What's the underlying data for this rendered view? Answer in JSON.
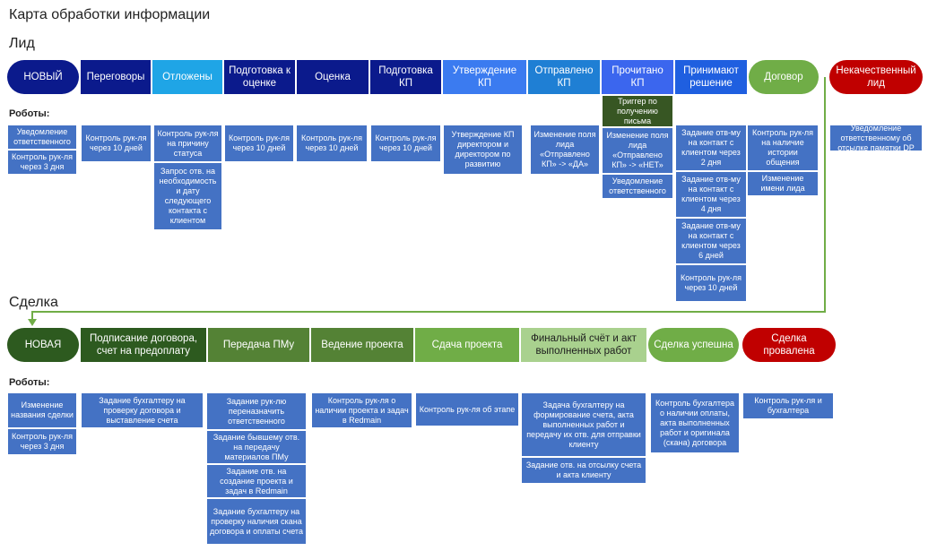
{
  "title": "Карта обработки информации",
  "lead": {
    "heading": "Лид",
    "robots_label": "Роботы:",
    "stages": [
      {
        "label": "НОВЫЙ",
        "color": "#0b1a8c"
      },
      {
        "label": "Переговоры",
        "color": "#0b1a8c"
      },
      {
        "label": "Отложены",
        "color": "#1fa5e6"
      },
      {
        "label": "Подготовка к оценке",
        "color": "#0b1a8c"
      },
      {
        "label": "Оценка",
        "color": "#0b1a8c"
      },
      {
        "label": "Подготовка КП",
        "color": "#0b1a8c"
      },
      {
        "label": "Утверждение КП",
        "color": "#3b7bf0"
      },
      {
        "label": "Отправлено КП",
        "color": "#1f7fd4"
      },
      {
        "label": "Прочитано КП",
        "color": "#3b66ee"
      },
      {
        "label": "Принимают решение",
        "color": "#1f5fe0"
      },
      {
        "label": "Договор",
        "color": "#70ad47"
      },
      {
        "label": "Некачественный лид",
        "color": "#c00000"
      }
    ],
    "robots": [
      [
        "Уведомление ответственного",
        "Контроль рук-ля через 3 дня"
      ],
      [
        "Контроль рук-ля через 10 дней"
      ],
      [
        "Контроль рук-ля на причину статуса",
        "Запрос отв. на необходимость и дату следующего контакта с клиентом"
      ],
      [
        "Контроль рук-ля через 10 дней"
      ],
      [
        "Контроль рук-ля через 10 дней"
      ],
      [
        "Контроль рук-ля через 10 дней"
      ],
      [
        "Утверждение КП директором и директором по развитию"
      ],
      [
        "Изменение поля лида «Отправлено КП» -> «ДА»"
      ],
      [
        "Триггер по получению письма",
        "Изменение поля лида «Отправлено КП» -> «НЕТ»",
        "Уведомление ответственного"
      ],
      [
        "Задание отв-му на контакт с клиентом через 2 дня",
        "Задание отв-му на контакт с клиентом через 4 дня",
        "Задание отв-му на контакт с клиентом через 6 дней",
        "Контроль рук-ля через 10 дней"
      ],
      [
        "Контроль рук-ля на наличие истории общения",
        "Изменение имени лида"
      ],
      [
        "Уведомление ответственному об отсылке памятки DP"
      ]
    ]
  },
  "deal": {
    "heading": "Сделка",
    "robots_label": "Роботы:",
    "stages": [
      {
        "label": "НОВАЯ",
        "color": "#2d5a1f"
      },
      {
        "label": "Подписание договора, счет на предоплату",
        "color": "#2d5a1f"
      },
      {
        "label": "Передача ПМу",
        "color": "#548235"
      },
      {
        "label": "Ведение проекта",
        "color": "#548235"
      },
      {
        "label": "Сдача проекта",
        "color": "#70ad47"
      },
      {
        "label": "Финальный счёт и акт выполненных работ",
        "color": "#a9d18e"
      },
      {
        "label": "Сделка успешна",
        "color": "#70ad47"
      },
      {
        "label": "Сделка провалена",
        "color": "#c00000"
      }
    ],
    "robots": [
      [
        "Изменение названия сделки",
        "Контроль рук-ля через 3 дня"
      ],
      [
        "Задание бухгалтеру на проверку договора и выставление счета"
      ],
      [
        "Задание рук-лю переназначить ответственного",
        "Задание бывшему отв. на передачу материалов ПМу",
        "Задание отв. на создание проекта и задач в Redmain",
        "Задание бухгалтеру на проверку наличия скана договора и оплаты счета"
      ],
      [
        "Контроль рук-ля о наличии проекта и задач в Redmain"
      ],
      [
        "Контроль рук-ля об этапе"
      ],
      [
        "Задача бухгалтеру на формирование счета, акта выполненных работ и передачу их отв. для отправки клиенту",
        "Задание отв. на отсылку счета и акта клиенту"
      ],
      [
        "Контроль бухгалтера о наличии оплаты, акта выполненных работ и оригинала (скана) договора"
      ],
      [
        "Контроль рук-ля и бухгалтера"
      ]
    ]
  }
}
